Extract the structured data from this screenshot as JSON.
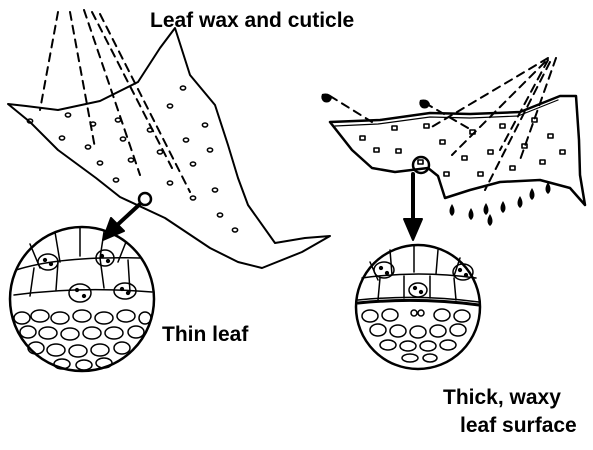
{
  "labels": {
    "title": "Leaf wax and cuticle",
    "thin_leaf": "Thin leaf",
    "thick_line1": "Thick, waxy",
    "thick_line2": "leaf surface"
  },
  "colors": {
    "ink": "#000000",
    "background": "#ffffff"
  }
}
